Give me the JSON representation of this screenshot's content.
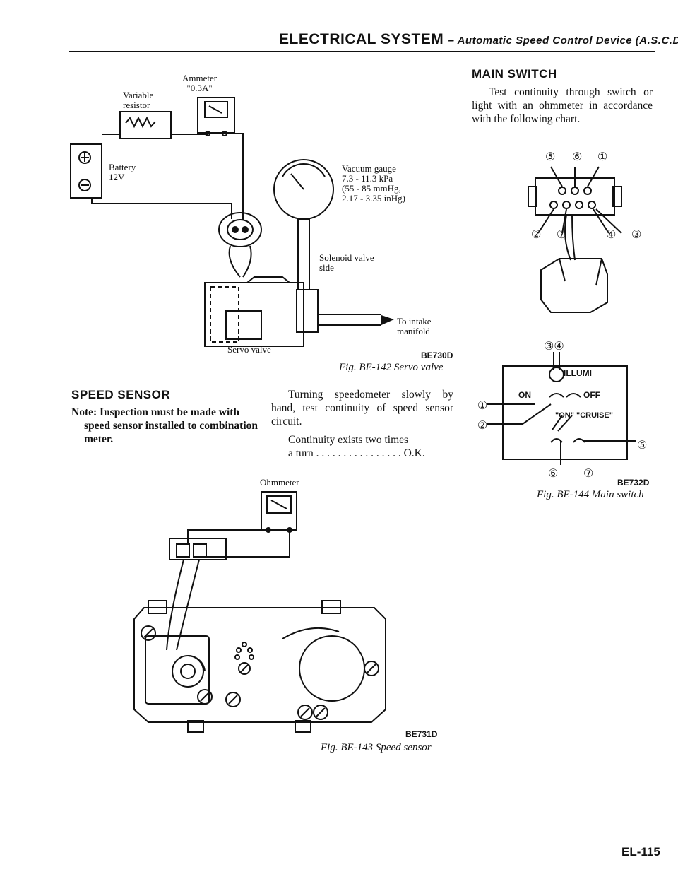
{
  "header": {
    "title": "ELECTRICAL SYSTEM",
    "subtitle": "– Automatic Speed Control Device (A.S.C.D.)"
  },
  "fig142": {
    "labels": {
      "ammeter": "Ammeter\n\"0.3A\"",
      "variable_resistor": "Variable\nresistor",
      "battery": "Battery\n12V",
      "vacuum_gauge": "Vacuum gauge\n7.3 - 11.3 kPa\n(55 - 85 mmHg,\n2.17 - 3.35 inHg)",
      "solenoid": "Solenoid valve\nside",
      "intake": "To intake\nmanifold",
      "servo": "Servo valve"
    },
    "code": "BE730D",
    "caption": "Fig. BE-142  Servo valve"
  },
  "speed_sensor": {
    "title": "SPEED SENSOR",
    "note": "Note: Inspection must be made with speed sensor installed to combination meter.",
    "para1": "Turning speedometer slowly by hand, test continuity of speed sensor circuit.",
    "para2": "Continuity exists two times",
    "para3": "a turn . . . . . . . . . . . . . . . . O.K."
  },
  "fig143": {
    "ohmmeter": "Ohmmeter",
    "code": "BE731D",
    "caption": "Fig. BE-143  Speed sensor"
  },
  "main_switch": {
    "title": "MAIN SWITCH",
    "text": "Test continuity through switch or light with an ohmmeter in accordance with the following chart."
  },
  "fig144": {
    "pins_top": [
      "⑤",
      "⑥",
      "①"
    ],
    "pins_bottom": [
      "②",
      "⑦",
      "④",
      "③"
    ],
    "schem_top": "③④",
    "schem_left": [
      "①",
      "②"
    ],
    "schem_right": "⑤",
    "schem_bottom": [
      "⑥",
      "⑦"
    ],
    "illumi": "ILLUMI",
    "on": "ON",
    "off": "OFF",
    "cruise": "\"ON\" \"CRUISE\"",
    "code": "BE732D",
    "caption": "Fig. BE-144  Main switch"
  },
  "page_number": "EL-115"
}
